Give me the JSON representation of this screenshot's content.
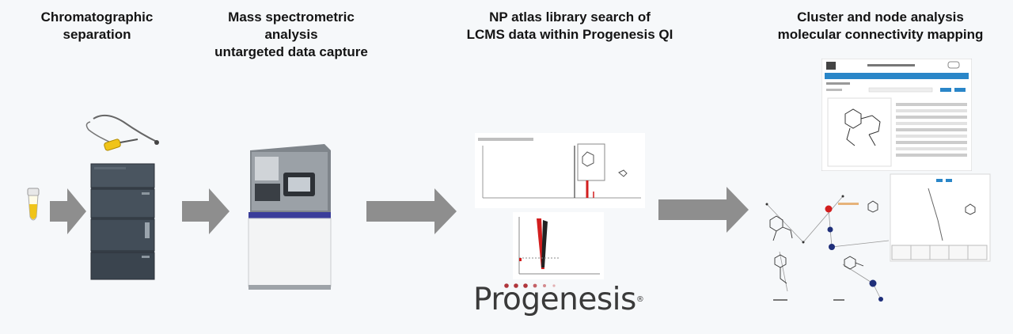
{
  "steps": [
    {
      "title_lines": [
        "Chromatographic",
        "separation"
      ]
    },
    {
      "title_lines": [
        "Mass spectrometric",
        "analysis",
        "untargeted data capture"
      ]
    },
    {
      "title_lines": [
        "NP atlas library search of",
        "LCMS data within Progenesis QI"
      ]
    },
    {
      "title_lines": [
        "Cluster and node analysis",
        "molecular connectivity mapping"
      ]
    }
  ],
  "logo": {
    "text": "Progenesis",
    "mark": "®"
  },
  "colors": {
    "arrow": "#8e8e8e",
    "instrument_dark": "#3e4852",
    "logo_dots": "#b0353b",
    "accent_red": "#d21e1e",
    "node_blue": "#1f2f7a",
    "vial_yellow": "#f0c419"
  }
}
